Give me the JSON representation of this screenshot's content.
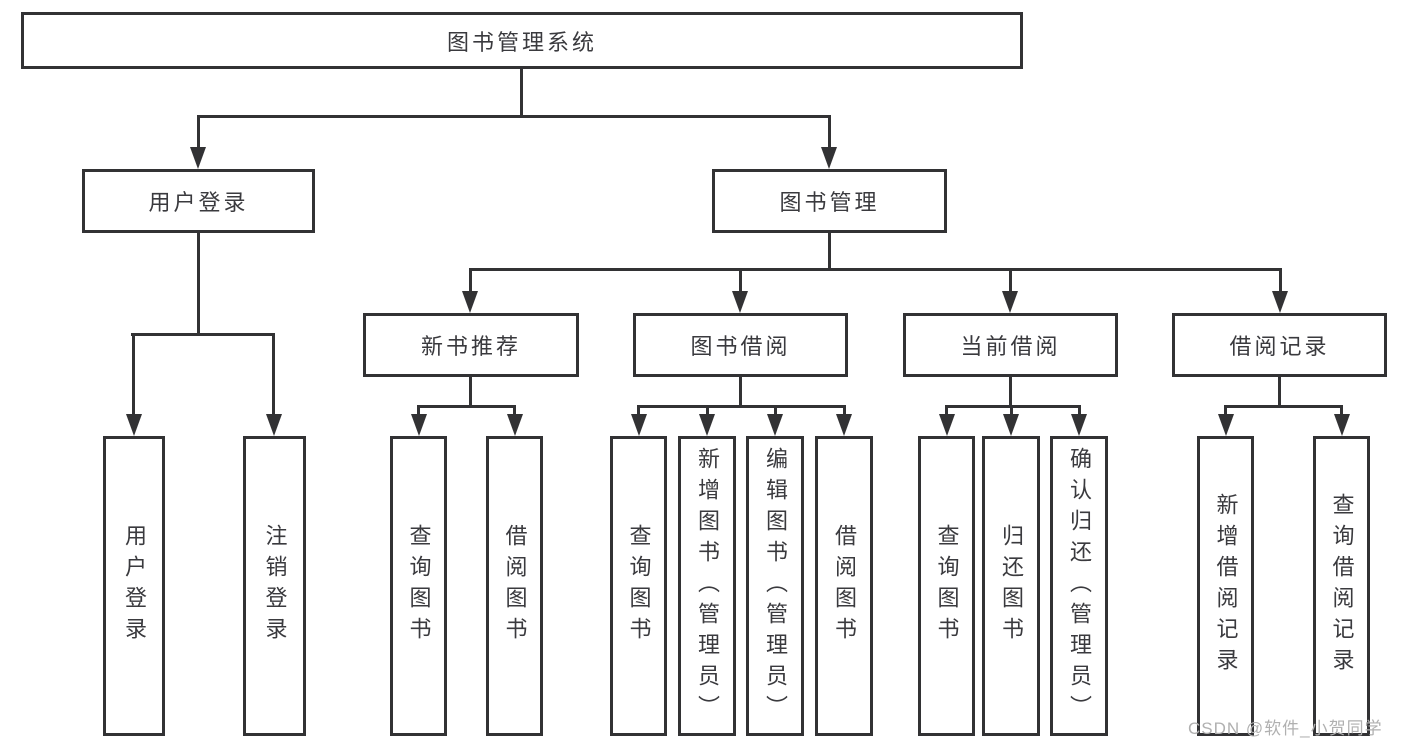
{
  "diagram": {
    "root": {
      "label": "图书管理系统"
    },
    "branches": [
      {
        "label": "用户登录",
        "children": [
          {
            "label": "用户登录"
          },
          {
            "label": "注销登录"
          }
        ]
      },
      {
        "label": "图书管理",
        "children": [
          {
            "label": "新书推荐",
            "children": [
              {
                "label": "查询图书"
              },
              {
                "label": "借阅图书"
              }
            ]
          },
          {
            "label": "图书借阅",
            "children": [
              {
                "label": "查询图书"
              },
              {
                "label": "新增图书（管理员）"
              },
              {
                "label": "编辑图书（管理员）"
              },
              {
                "label": "借阅图书"
              }
            ]
          },
          {
            "label": "当前借阅",
            "children": [
              {
                "label": "查询图书"
              },
              {
                "label": "归还图书"
              },
              {
                "label": "确认归还（管理员）"
              }
            ]
          },
          {
            "label": "借阅记录",
            "children": [
              {
                "label": "新增借阅记录"
              },
              {
                "label": "查询借阅记录"
              }
            ]
          }
        ]
      }
    ]
  },
  "watermark": {
    "text": "CSDN @软件_小贺同学"
  },
  "colors": {
    "line": "#323234",
    "text": "#3a3a3e",
    "watermark": "#b0b0b0",
    "background": "#ffffff"
  }
}
